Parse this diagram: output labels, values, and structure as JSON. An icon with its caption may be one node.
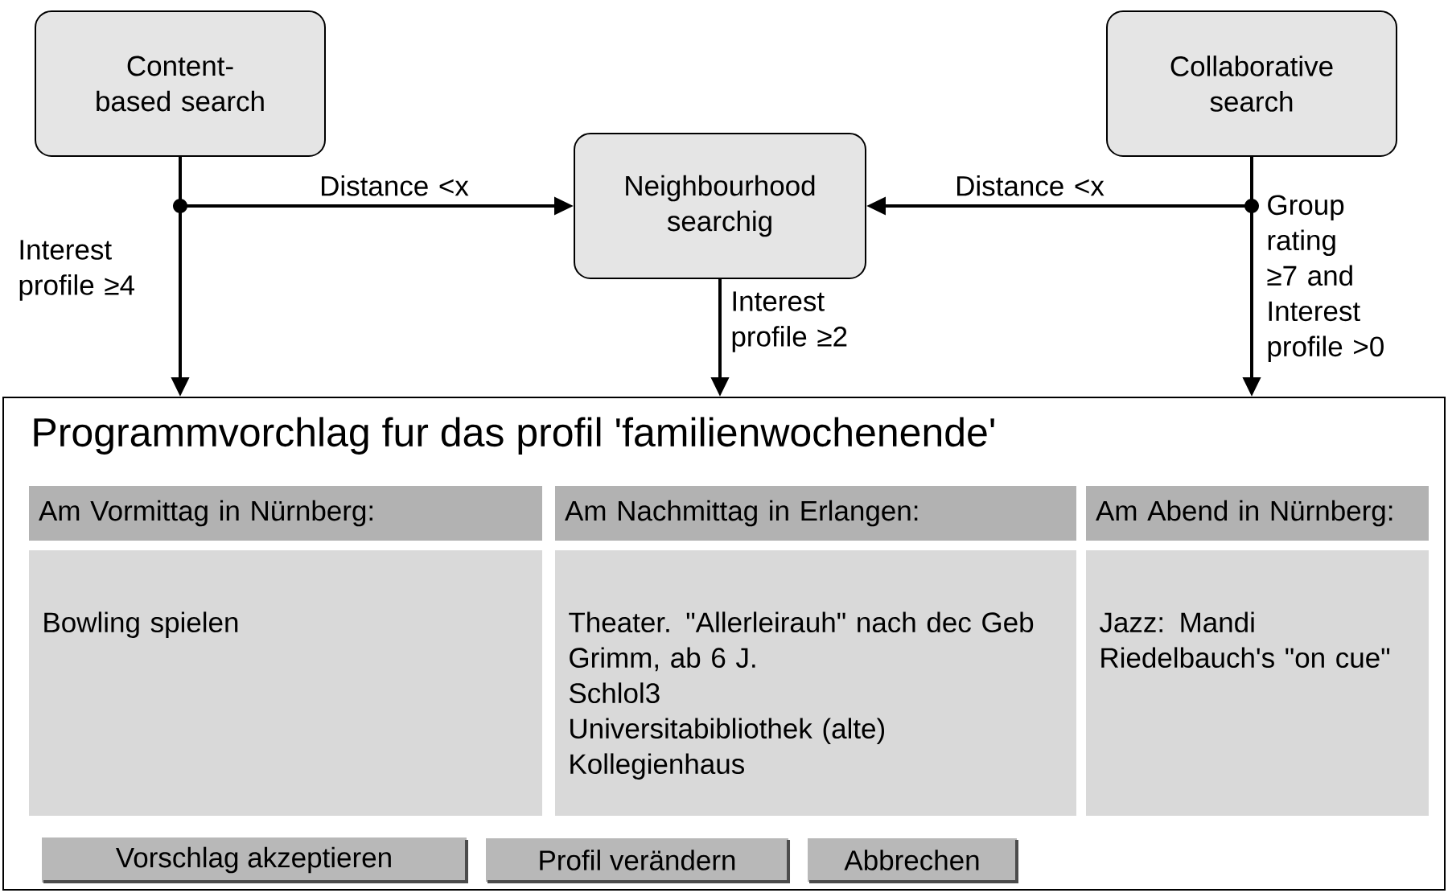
{
  "diagram": {
    "nodes": [
      {
        "text": [
          "Content-based search"
        ]
      },
      {
        "text": [
          "Neighbourhood searchig"
        ]
      },
      {
        "text": [
          "Collaborative search"
        ]
      },
      {
        "text": [
          "Programmvorchlag fur das profil 'familienwochenende'"
        ]
      },
      {
        "text": [
          "Am Vormittag in Nürnberg:"
        ],
        "in": 3
      },
      {
        "text": [
          "Am Nachmittag in Erlangen:"
        ],
        "in": 3
      },
      {
        "text": [
          "Am Abend in Nürnberg:"
        ],
        "in": 3
      },
      {
        "text": [
          "Bowling spielen"
        ],
        "in": 3
      },
      {
        "text": [
          "Theater. \"Allerleirauh\" nach dec Geb Grimm, ab 6 J.",
          "Schlol3",
          "Universitabibliothek (alte) Kollegienhaus"
        ],
        "in": 3
      },
      {
        "text": [
          "Jazz: Mandi Riedelbauch's \"on cue\""
        ],
        "in": 3
      },
      {
        "text": [
          "Vorschlag akzeptieren"
        ],
        "in": 3
      },
      {
        "text": [
          "Profil verändern"
        ],
        "in": 3
      },
      {
        "text": [
          "Abbrechen"
        ],
        "in": 3
      }
    ],
    "edges": [
      {
        "from": 0,
        "to": 1,
        "arrow": "to",
        "label": "Distance <x"
      },
      {
        "from": 0,
        "to": 3,
        "arrow": "to",
        "label": "Interest profile ≥4"
      },
      {
        "from": 1,
        "to": 3,
        "arrow": "to",
        "label": "Interest profile ≥2"
      },
      {
        "from": 2,
        "to": 1,
        "arrow": "to",
        "label": "Distance <x"
      },
      {
        "from": 2,
        "to": 3,
        "arrow": "to",
        "label": "Group rating ≥7 and Interest profile >0"
      }
    ]
  }
}
